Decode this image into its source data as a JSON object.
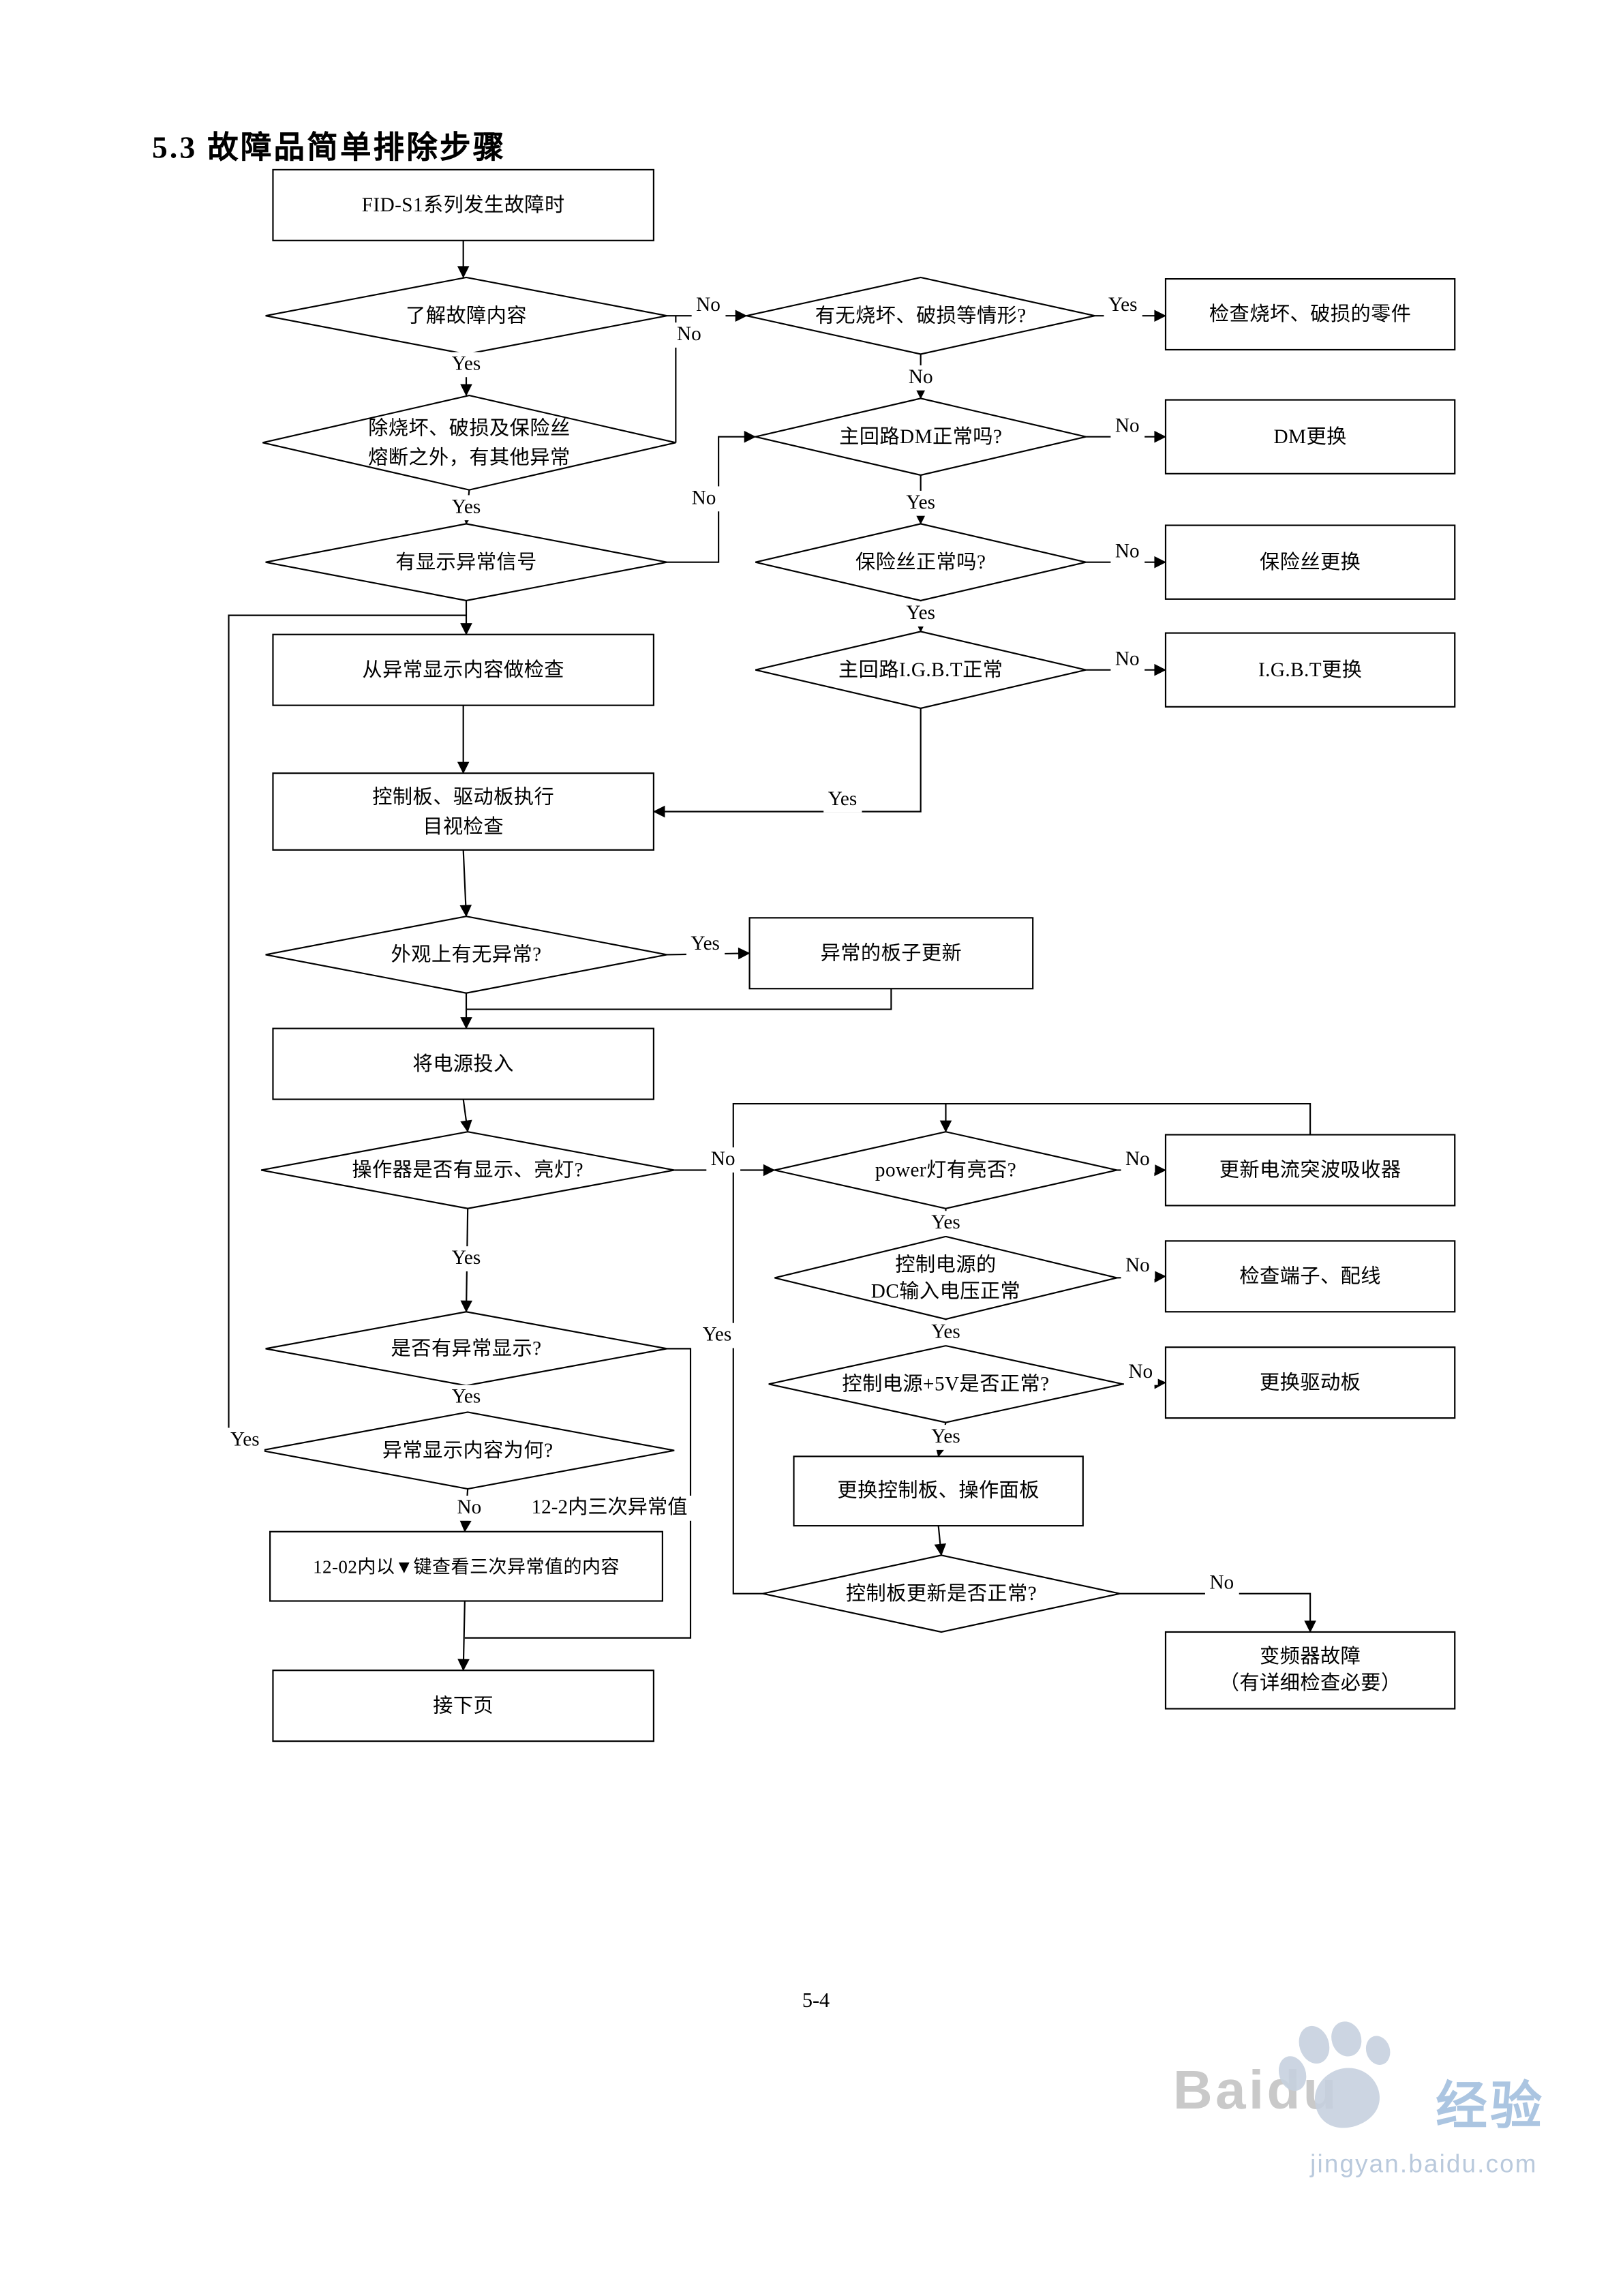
{
  "page": {
    "title": "5.3  故障品简单排除步骤",
    "footer": "5-4"
  },
  "watermark": {
    "brand": "Baidu",
    "brand_cn": "经验",
    "url": "jingyan.baidu.com",
    "colors": {
      "brand": "#c9c9c9",
      "brand_cn": "#abc5e1",
      "url": "#b9c9dc",
      "paw": "#c5d0de"
    }
  },
  "flowchart": {
    "colors": {
      "line": "#000000",
      "fill": "#ffffff"
    },
    "nodes": {
      "start": "FID-S1系列发生故障时",
      "understand": "了解故障内容",
      "other_abnormal": "除烧坏、破损及保险丝\n熔断之外，有其他异常",
      "display_signal": "有显示异常信号",
      "check_display": "从异常显示内容做检查",
      "visual_inspect": "控制板、驱动板执行\n目视检查",
      "appearance": "外观上有无异常?",
      "power_on": "将电源投入",
      "operator_display": "操作器是否有显示、亮灯?",
      "abnormal_display": "是否有异常显示?",
      "display_content": "异常显示内容为何?",
      "key_check": "12-02内以▼键查看三次异常值的内容",
      "next_page": "接下页",
      "burn_damage": "有无烧坏、破损等情形?",
      "dm_ok": "主回路DM正常吗?",
      "fuse_ok": "保险丝正常吗?",
      "igbt_ok": "主回路I.G.B.T正常",
      "power_lamp": "power灯有亮否?",
      "dc_input": "控制电源的\nDC输入电压正常",
      "plus5v": "控制电源+5V是否正常?",
      "replace_ctrl_panel": "更换控制板、操作面板",
      "ctrl_update_ok": "控制板更新是否正常?",
      "check_burn_parts": "检查烧坏、破损的零件",
      "dm_replace": "DM更换",
      "fuse_replace": "保险丝更换",
      "igbt_replace": "I.G.B.T更换",
      "board_renew": "异常的板子更新",
      "surge_absorber": "更新电流突波吸收器",
      "check_terminal": "检查端子、配线",
      "drive_board": "更换驱动板",
      "inverter_fault": "变频器故障\n（有详细检查必要）"
    },
    "labels": {
      "yes": "Yes",
      "no": "No",
      "note": "12-2内三次异常值"
    }
  }
}
